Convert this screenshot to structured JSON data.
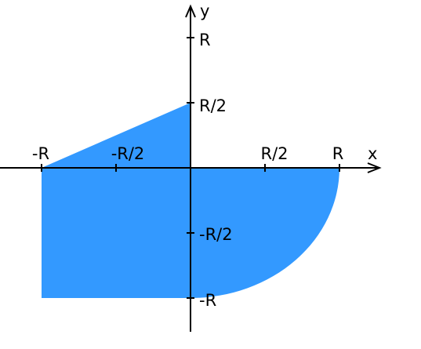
{
  "axes": {
    "x_label": "x",
    "y_label": "y"
  },
  "ticks": {
    "x": [
      {
        "value": -1,
        "label": "-R"
      },
      {
        "value": -0.5,
        "label": "-R/2"
      },
      {
        "value": 0.5,
        "label": "R/2"
      },
      {
        "value": 1,
        "label": "R"
      }
    ],
    "y": [
      {
        "value": 1,
        "label": "R"
      },
      {
        "value": 0.5,
        "label": "R/2"
      },
      {
        "value": -0.5,
        "label": "-R/2"
      },
      {
        "value": -1,
        "label": "-R"
      }
    ]
  },
  "region": {
    "fill_color": "#3399ff",
    "parts": [
      {
        "shape": "triangle",
        "quadrant": 2,
        "vertices": [
          [
            -1,
            0
          ],
          [
            0,
            0.5
          ],
          [
            0,
            0
          ]
        ]
      },
      {
        "shape": "rectangle",
        "quadrant": 3,
        "x_range": [
          -1,
          0
        ],
        "y_range": [
          -1,
          0
        ]
      },
      {
        "shape": "quarter-circle",
        "quadrant": 4,
        "radius": 1
      }
    ]
  },
  "colors": {
    "axis": "#000000",
    "text": "#000000"
  }
}
